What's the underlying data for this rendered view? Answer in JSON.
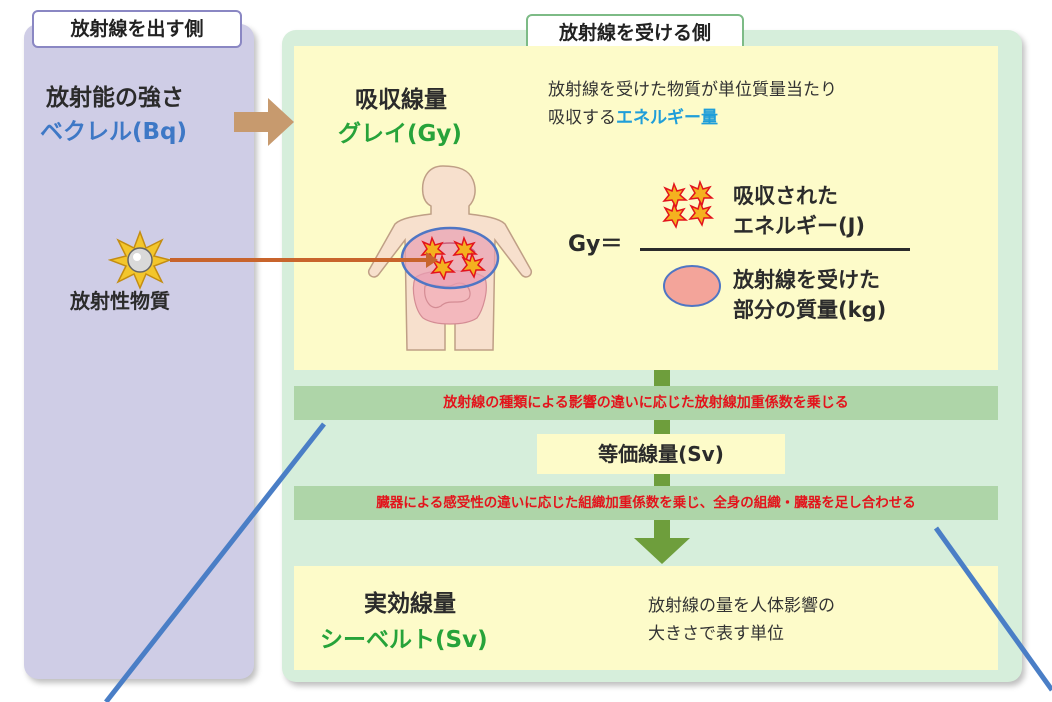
{
  "emitter": {
    "tab": "放射線を出す側",
    "intensity_label": "放射能の強さ",
    "intensity_unit": "ベクレル(Bq)",
    "source_label": "放射性物質"
  },
  "receiver": {
    "tab": "放射線を受ける側",
    "absorbed": {
      "title": "吸収線量",
      "unit": "グレイ(Gy)",
      "desc_line1": "放射線を受けた物質が単位質量当たり",
      "desc_line2_prefix": "吸収する",
      "desc_line2_highlight": "エネルギー量"
    },
    "formula": {
      "lhs": "Gy＝",
      "numerator_line1": "吸収された",
      "numerator_line2": "エネルギー(J)",
      "denominator_line1": "放射線を受けた",
      "denominator_line2": "部分の質量(kg)"
    },
    "band1": "放射線の種類による影響の違いに応じた放射線加重係数を乗じる",
    "equivalent": "等価線量(Sv)",
    "band2": "臓器による感受性の違いに応じた組織加重係数を乗じ、全身の組織・臓器を足し合わせる",
    "effective": {
      "title": "実効線量",
      "unit": "シーベルト(Sv)",
      "desc_line1": "放射線の量を人体影響の",
      "desc_line2": "大きさで表す単位"
    }
  },
  "colors": {
    "left_panel": "#cfcde6",
    "right_panel": "#d6eedb",
    "yellow": "#fdfbc9",
    "band": "#aed5a8",
    "band_text": "#e3141c",
    "arrow_brown": "#c79a6e",
    "arrow_green": "#6e9e3c",
    "unit_blue": "#3e78c6",
    "unit_green": "#27a33a",
    "line_blue": "#4a7ec6"
  }
}
